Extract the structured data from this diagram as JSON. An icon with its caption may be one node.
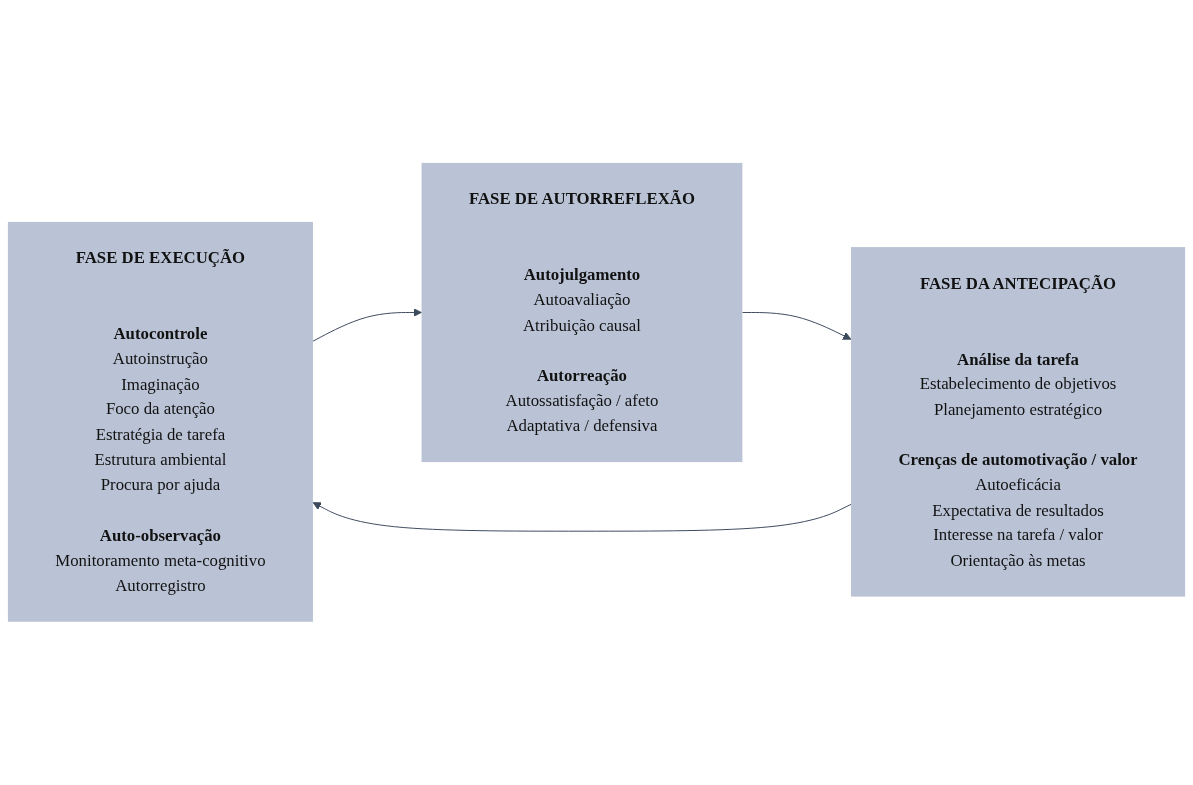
{
  "diagram": {
    "nodes": [
      {
        "text": [
          "FASE DE EXECUÇÃO",
          "Autocontrole",
          "Autoinstrução",
          "Imaginação",
          "Foco da atenção",
          "Estratégia de tarefa",
          "Estrutura ambiental",
          "Procura por ajuda",
          "Auto-observação",
          "Monitoramento meta-cognitivo",
          "Autorregistro"
        ]
      },
      {
        "text": [
          "FASE DA ANTECIPAÇÃO",
          "Análise da tarefa",
          "Estabelecimento de objetivos",
          "Planejamento estratégico",
          "Crenças de automotivação / valor",
          "Autoeficácia",
          "Expectativa de resultados",
          "Interesse na tarefa / valor",
          "Orientação às metas"
        ]
      },
      {
        "text": [
          "FASE DE AUTORREFLEXÃO",
          "Autojulgamento",
          "Autoavaliação",
          "Atribuição causal",
          "Autorreação",
          "Autossatisfação / afeto",
          "Adaptativa / defensiva"
        ]
      }
    ],
    "edges": [
      {
        "from": 0,
        "to": 2,
        "arrow": "to"
      },
      {
        "from": 2,
        "to": 1,
        "arrow": "to"
      },
      {
        "from": 1,
        "to": 0,
        "arrow": "to"
      }
    ]
  }
}
